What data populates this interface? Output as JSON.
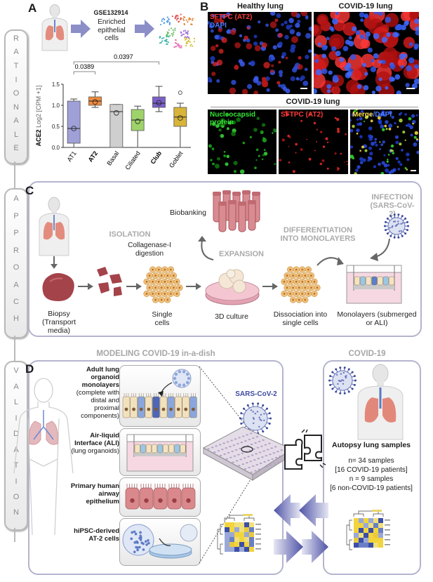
{
  "panels": {
    "a": "A",
    "b": "B",
    "c": "C",
    "d": "D"
  },
  "side_tabs": {
    "rationale": [
      "R",
      "A",
      "T",
      "I",
      "O",
      "N",
      "A",
      "L",
      "E"
    ],
    "approach": [
      "A",
      "P",
      "P",
      "R",
      "O",
      "A",
      "C",
      "H"
    ],
    "validation": [
      "V",
      "A",
      "L",
      "I",
      "D",
      "A",
      "T",
      "I",
      "O",
      "N"
    ]
  },
  "panel_a": {
    "dataset": "GSE132914",
    "enriched": "Enriched epithelial cells",
    "pval1": "0.0389",
    "pval2": "0.0397",
    "ylabel_main": "ACE2",
    "ylabel_unit": "Log2 [CPM +1]"
  },
  "chart_data": {
    "type": "box",
    "categories": [
      "AT1",
      "AT2",
      "Basal",
      "Ciliated",
      "Club",
      "Goblet"
    ],
    "bold_categories": [
      "AT2",
      "Club"
    ],
    "ylim": [
      0,
      1.5
    ],
    "yticks": [
      0.0,
      0.5,
      1.0,
      1.5
    ],
    "ytick_labels": [
      "0.0",
      "0.5",
      "1.0",
      "1.5"
    ],
    "boxes": [
      {
        "min": 0.0,
        "q1": 0.1,
        "median": 0.45,
        "q3": 1.1,
        "max": 1.15,
        "mean": 0.45,
        "color": "#9fa0d8"
      },
      {
        "min": 0.95,
        "q1": 1.0,
        "median": 1.1,
        "q3": 1.2,
        "max": 1.32,
        "mean": 1.08,
        "color": "#f28a3c"
      },
      {
        "min": 0.0,
        "q1": 0.0,
        "median": 0.85,
        "q3": 1.02,
        "max": 1.02,
        "mean": 0.82,
        "color": "#cfcfcf"
      },
      {
        "min": 0.0,
        "q1": 0.4,
        "median": 0.65,
        "q3": 0.9,
        "max": 0.98,
        "mean": 0.62,
        "color": "#9ed36a"
      },
      {
        "min": 0.85,
        "q1": 0.95,
        "median": 1.05,
        "q3": 1.2,
        "max": 1.45,
        "mean": 1.06,
        "color": "#7b5fc9"
      },
      {
        "min": 0.0,
        "q1": 0.5,
        "median": 0.72,
        "q3": 0.95,
        "max": 1.05,
        "mean": 0.7,
        "color": "#d8b43a"
      }
    ],
    "outliers": [
      {
        "category": "Goblet",
        "value": 1.3
      }
    ]
  },
  "panel_b": {
    "healthy": "Healthy lung",
    "covid": "COVID-19 lung",
    "sftpc": "SFTPC (AT2)",
    "dapi": "DAPI",
    "covid_row2": "COVID-19 lung",
    "nucleocapsid": "Nucleocapsid protein",
    "sftpc2": "SFTPC (AT2)",
    "merge": "Merge",
    "dapi2": "/DAPI"
  },
  "panel_c": {
    "biobanking": "Biobanking",
    "isolation": "ISOLATION",
    "collagenase": "Collagenase-I digestion",
    "expansion": "EXPANSION",
    "differentiation": "DIFFERENTIATION INTO MONOLAYERS",
    "infection": "INFECTION (SARS-CoV-2)",
    "biopsy": "Biopsy (Transport media)",
    "single_cells": "Single cells",
    "culture": "3D culture",
    "dissociation": "Dissociation into single cells",
    "monolayers": "Monolayers (submerged or ALI)"
  },
  "panel_d": {
    "modeling": "MODELING COVID-19 in-a-dish",
    "covid19": "COVID-19",
    "organoid": "Adult lung organoid monolayers",
    "organoid_sub": "(complete with distal and proximal components)",
    "ali": "Air-liquid Interface (ALI)",
    "ali_sub": "(lung organoids)",
    "primary": "Primary human airway epithelium",
    "hipsc": "hiPSC-derived AT-2 cells",
    "sars": "SARS-CoV-2",
    "autopsy": "Autopsy lung samples",
    "n1": "n=  34 samples",
    "n1_sub": "[16 COVID-19 patients]",
    "n2": "n = 9 samples",
    "n2_sub": "[6 non-COVID-19 patients]"
  },
  "colors": {
    "box_border": "#b4b4cf",
    "arrow": "#7d7fc1",
    "red_stain": "#ff2a2a",
    "blue_stain": "#4a73ff",
    "green_stain": "#2ee02e"
  }
}
